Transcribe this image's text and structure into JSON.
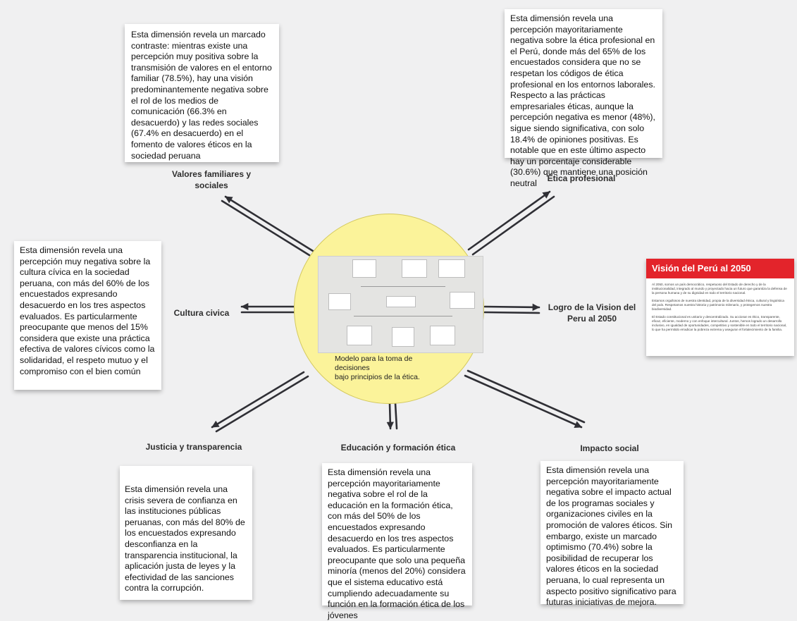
{
  "center": {
    "caption": "Modelo para la toma de decisiones\nbajo principios de la ética.",
    "thumbnail_title": "Modelo para la toma de decisiones bajo principios de la ética"
  },
  "dimensions": [
    {
      "id": "valores",
      "label": "Valores familiares y\nsociales",
      "note": "Esta dimensión revela un marcado contraste: mientras existe una percepción muy positiva sobre la transmisión de valores en el entorno familiar (78.5%), hay una visión predominantemente negativa sobre el rol de los medios de comunicación (66.3% en desacuerdo) y las redes sociales (67.4% en desacuerdo) en el fomento de valores éticos en la sociedad peruana"
    },
    {
      "id": "etica",
      "label": "Ética profesional",
      "note": "Esta dimensión revela una percepción mayoritariamente negativa sobre la ética profesional en el Perú, donde más del 65% de los encuestados considera que no se respetan los códigos de ética profesional en los entornos laborales. Respecto a las prácticas empresariales éticas, aunque la percepción negativa es menor (48%), sigue siendo significativa, con solo 18.4% de opiniones positivas. Es notable que en este último aspecto hay un porcentaje considerable (30.6%) que mantiene una posición neutral"
    },
    {
      "id": "civica",
      "label": "Cultura civica",
      "note": "Esta dimensión revela una percepción muy negativa sobre la cultura cívica en la sociedad peruana, con más del 60% de los encuestados expresando desacuerdo en los tres aspectos evaluados. Es particularmente preocupante que menos del 15% considera que existe una práctica efectiva de valores cívicos como la solidaridad, el respeto mutuo y el compromiso con el bien común"
    },
    {
      "id": "justicia",
      "label": "Justicia y transparencia",
      "note": "Esta dimensión revela una crisis severa de confianza en las instituciones públicas peruanas, con más del 80% de los encuestados expresando desconfianza en la transparencia institucional, la aplicación justa de leyes y la efectividad de las sanciones contra la corrupción."
    },
    {
      "id": "educacion",
      "label": "Educación y formación ética",
      "note": "Esta dimensión revela una percepción mayoritariamente negativa sobre el rol de la educación en la formación ética, con más del 50% de los encuestados expresando desacuerdo en los tres aspectos evaluados. Es particularmente preocupante que solo una pequeña minoría (menos del 20%) considera que el sistema educativo está cumpliendo adecuadamente su función en la formación ética de los jóvenes"
    },
    {
      "id": "impacto",
      "label": "Impacto social",
      "note": "Esta dimensión revela una percepción mayoritariamente negativa sobre el impacto actual de los programas sociales y organizaciones civiles en la promoción de valores éticos. Sin embargo, existe un marcado optimismo (70.4%) sobre la posibilidad de recuperar los valores éticos en la sociedad peruana, lo cual representa un aspecto positivo significativo para futuras iniciativas de mejora."
    },
    {
      "id": "logro",
      "label": "Logro de la Vision del\nPeru al 2050",
      "note": ""
    }
  ],
  "vision": {
    "title": "Visión del Perú al 2050",
    "paragraphs": [
      "Al 2050, somos un país democrático, respetuoso del Estado de derecho y de la institucionalidad, integrado al mundo y proyectado hacia un futuro que garantiza la defensa de la persona humana y de su dignidad en todo el territorio nacional.",
      "Estamos orgullosos de nuestra identidad, propia de la diversidad étnica, cultural y lingüística del país. Respetamos nuestra historia y patrimonio milenario, y protegemos nuestra biodiversidad.",
      "El Estado constitucional es unitario y descentralizado. Su accionar es ético, transparente, eficaz, eficiente, moderno y con enfoque intercultural. Juntos, hemos logrado un desarrollo inclusivo, en igualdad de oportunidades, competitivo y sostenible en todo el territorio nacional, lo que ha permitido erradicar la pobreza extrema y asegurar el fortalecimiento de la familia."
    ]
  },
  "colors": {
    "background": "#f0f0f1",
    "circle_fill": "#fbf39a",
    "arrow": "#2f2f35",
    "vision_header": "#e3242b"
  }
}
